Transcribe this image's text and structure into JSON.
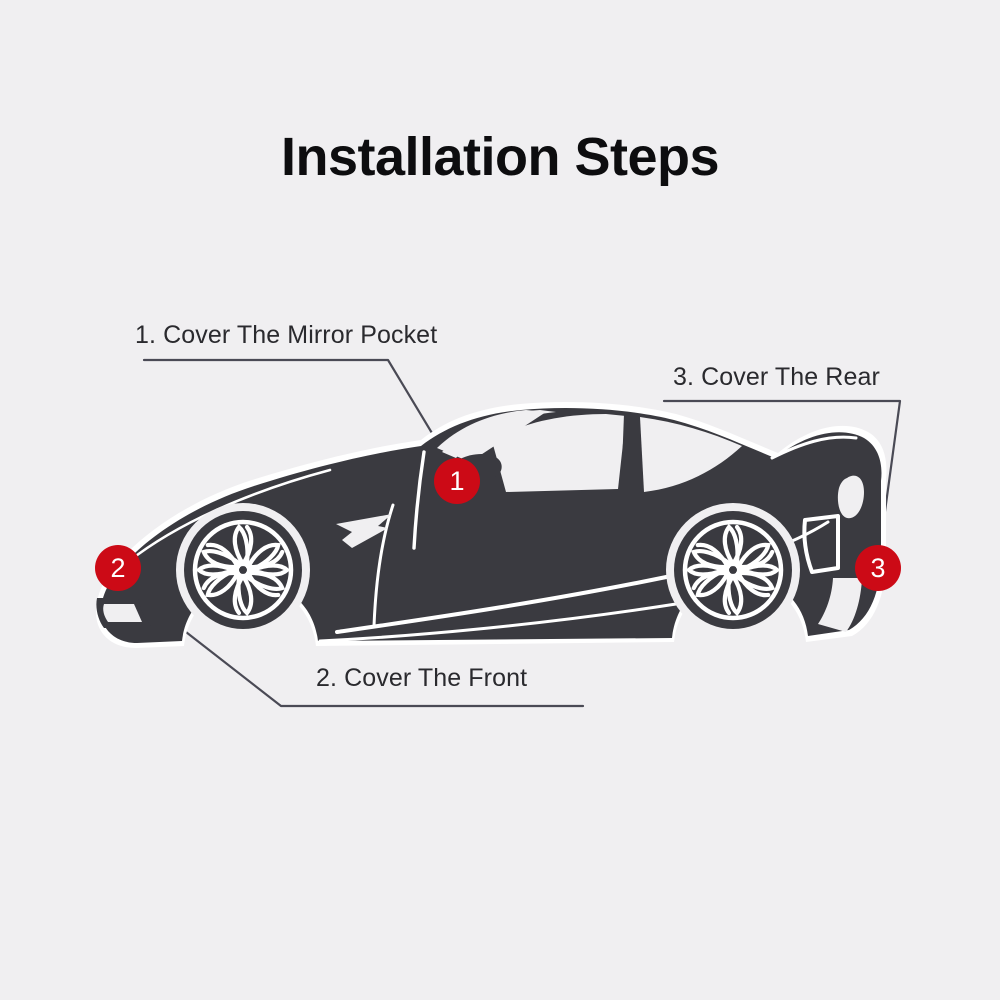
{
  "page": {
    "title": "Installation Steps",
    "background_color": "#f0eff1",
    "title_color": "#0d0d0f"
  },
  "illustration": {
    "subject": "car-side-silhouette",
    "body_color": "#3a3a40",
    "glass_color": "#f0eff1",
    "outline_color": "#ffffff",
    "leader_line_color": "#4a4a55"
  },
  "steps": [
    {
      "number": "1",
      "label": "1. Cover The Mirror Pocket",
      "badge_color": "#cc0a16",
      "badge_text_color": "#ffffff",
      "target": "mirror-pocket"
    },
    {
      "number": "2",
      "label": "2. Cover The Front",
      "badge_color": "#cc0a16",
      "badge_text_color": "#ffffff",
      "target": "front-bumper"
    },
    {
      "number": "3",
      "label": "3. Cover The Rear",
      "badge_color": "#cc0a16",
      "badge_text_color": "#ffffff",
      "target": "rear-bumper"
    }
  ]
}
